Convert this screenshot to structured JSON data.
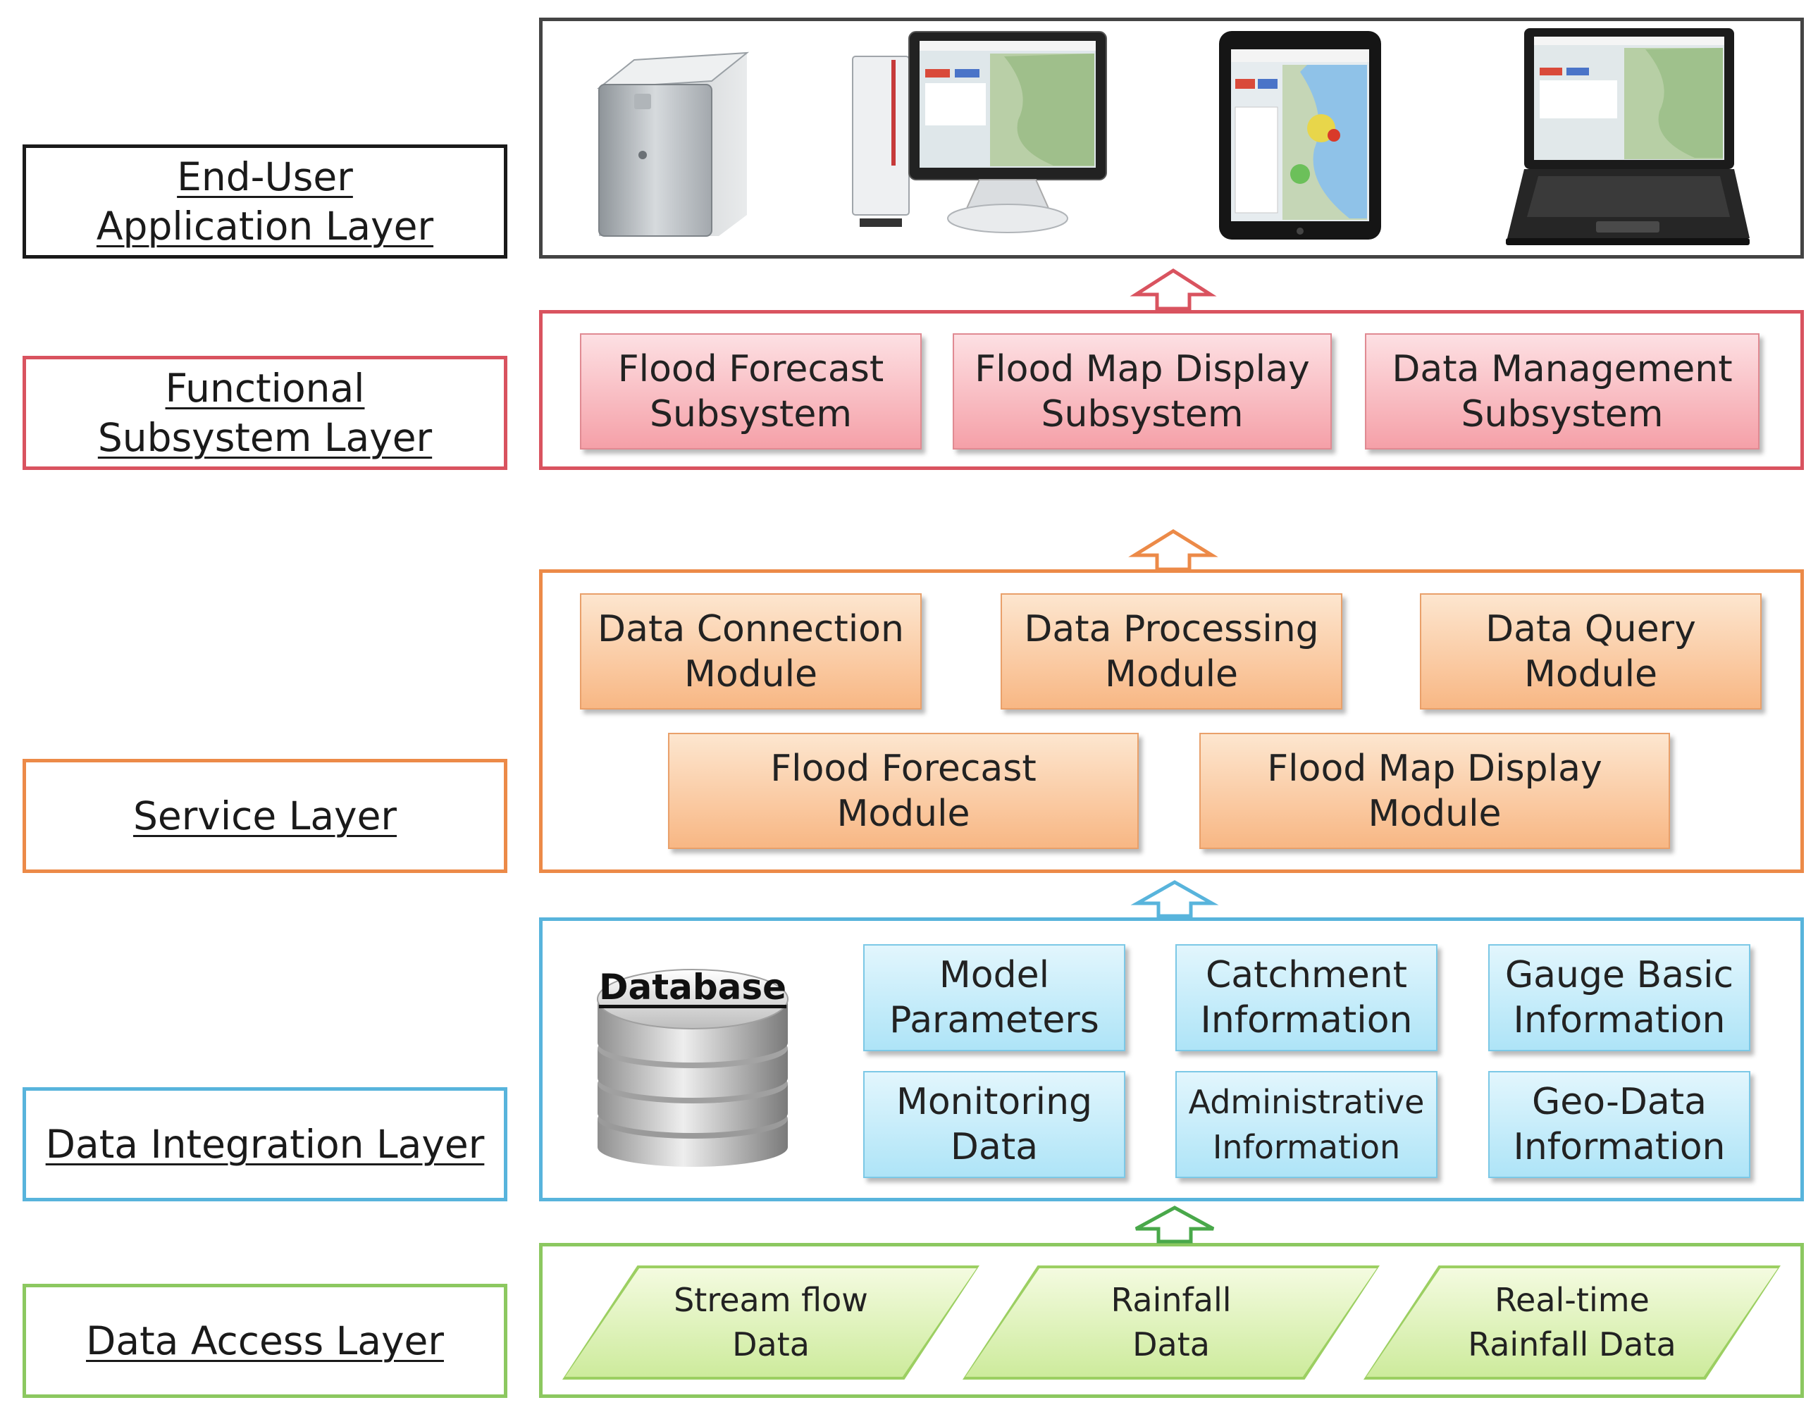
{
  "layers": {
    "end_user": {
      "line1": "End-User",
      "line2": "Application Layer"
    },
    "functional": {
      "line1": "Functional",
      "line2": "Subsystem Layer"
    },
    "service": "Service Layer",
    "integration": "Data Integration Layer",
    "access": "Data Access Layer"
  },
  "functional_subsystems": [
    {
      "line1": "Flood Forecast",
      "line2": "Subsystem"
    },
    {
      "line1": "Flood Map Display",
      "line2": "Subsystem"
    },
    {
      "line1": "Data Management",
      "line2": "Subsystem"
    }
  ],
  "service_modules": [
    {
      "line1": "Data Connection",
      "line2": "Module"
    },
    {
      "line1": "Data Processing",
      "line2": "Module"
    },
    {
      "line1": "Data Query",
      "line2": "Module"
    },
    {
      "line1": "Flood Forecast",
      "line2": "Module"
    },
    {
      "line1": "Flood Map Display",
      "line2": "Module"
    }
  ],
  "database_label": "Database",
  "integration_items": [
    {
      "line1": "Model",
      "line2": "Parameters"
    },
    {
      "line1": "Catchment",
      "line2": "Information"
    },
    {
      "line1": "Gauge Basic",
      "line2": "Information"
    },
    {
      "line1": "Monitoring",
      "line2": "Data"
    },
    {
      "line1": "Administrative",
      "line2": "Information"
    },
    {
      "line1": "Geo-Data",
      "line2": "Information"
    }
  ],
  "data_sources": [
    {
      "line1": "Stream flow",
      "line2": "Data"
    },
    {
      "line1": "Rainfall",
      "line2": "Data"
    },
    {
      "line1": "Real-time",
      "line2": "Rainfall Data"
    }
  ],
  "devices": [
    "server-icon",
    "desktop-computer-icon",
    "tablet-icon",
    "laptop-icon"
  ],
  "colors": {
    "end_user": "#1a1a1a",
    "functional": "#d9535f",
    "service": "#ec8a48",
    "integration": "#58b4dc",
    "access": "#8cc860"
  }
}
